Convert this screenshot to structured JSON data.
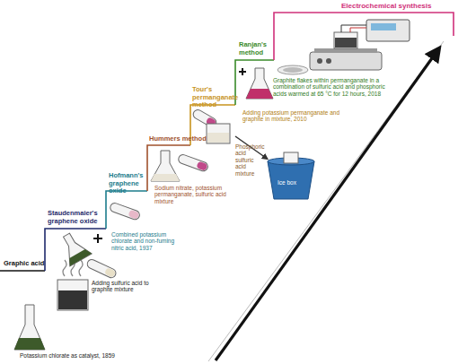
{
  "diagram": {
    "labels": [
      "Electrochemical synthesis",
      "Ranjan's method",
      "Tour's permanganate method",
      "Hummers method",
      "Hofmann's graphene oxide",
      "Staudenmaier's graphene oxide",
      "Graphic acid",
      "Graphite flakes within permanganate in a combination of sulfuric acid and phosphoric acids warmed at 65 °C for 12 hours, 2018",
      "Adding potassium permanganate and graphite in mixture, 2010",
      "Phosphoric acid sulfuric acid mixture",
      "Ice box",
      "Sodium nitrate, potassium permanganate, sulfuric acid mixture",
      "Combined potassium chlorate and non-fuming nitric acid, 1937",
      "Adding sulfuric acid to graphite mixture",
      "Potassium chlorate as catalyst, 1859"
    ]
  }
}
